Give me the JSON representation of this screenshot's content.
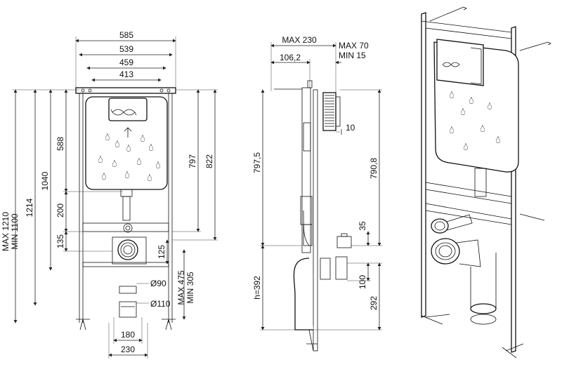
{
  "front_view": {
    "top_dims": [
      "585",
      "539",
      "459",
      "413"
    ],
    "left_dims": [
      "MAX 1210",
      "MIN 1100",
      "1214",
      "1040",
      "588",
      "200",
      "135"
    ],
    "right_dims": [
      "797",
      "822",
      "125",
      "MAX 475",
      "MIN 305"
    ],
    "pipe_dims": [
      "Ø90",
      "Ø110"
    ],
    "bottom_dims": [
      "180",
      "230"
    ]
  },
  "side_view": {
    "top_dims": [
      "MAX 230",
      "MAX 70",
      "MIN 15",
      "106,2"
    ],
    "right_dims": [
      "10",
      "790,8",
      "35",
      "100",
      "292"
    ],
    "left_dims": [
      "797,5",
      "h=392"
    ]
  }
}
